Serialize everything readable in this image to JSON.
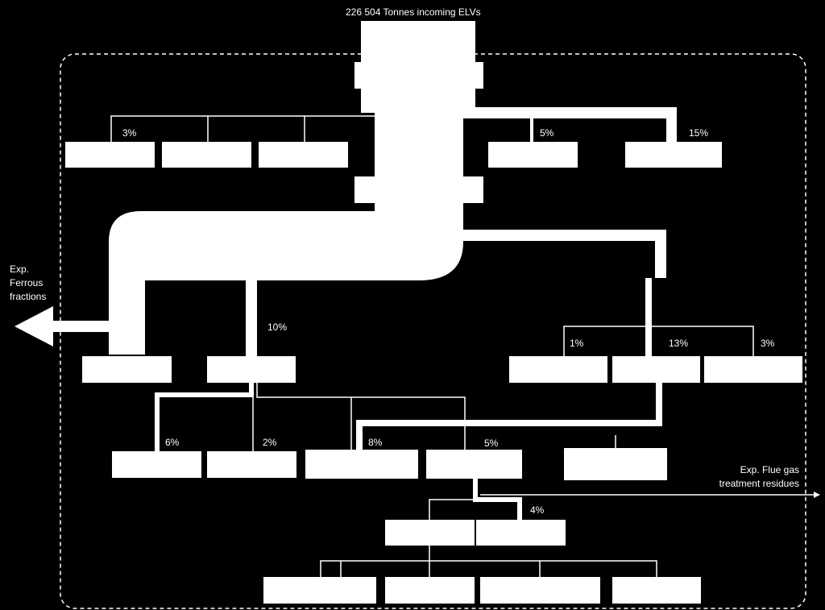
{
  "title": "226 504 Tonnes incoming ELVs",
  "export_ferrous": "Exp.\nFerrous\nfractions",
  "export_flue_gas": "Exp. Flue gas\ntreatment residues",
  "percent_labels": {
    "p_top_left": "3%",
    "p_top_mid": "5%",
    "p_top_right": "15%",
    "p_mid_left": "10%",
    "p_right_1": "1%",
    "p_right_13": "13%",
    "p_right_3": "3%",
    "p_low_6": "6%",
    "p_low_2": "2%",
    "p_low_8": "8%",
    "p_low_5": "5%",
    "p_bottom_4": "4%"
  },
  "colors": {
    "background": "#000000",
    "boxes": "#ffffff",
    "flows": "#ffffff",
    "boundary": "#ffffff"
  }
}
